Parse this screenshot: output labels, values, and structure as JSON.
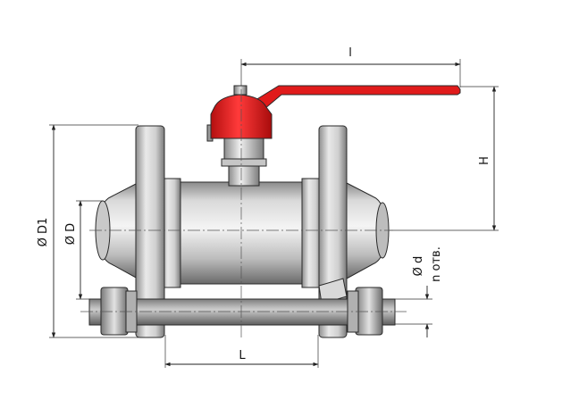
{
  "labels": {
    "l": "l",
    "H": "H",
    "L": "L",
    "D1": "Ø D1",
    "D": "Ø D",
    "d": "Ø d",
    "n_holes": "n отв."
  },
  "colors": {
    "handle_red": "#e01b1b",
    "metal_light": "#e8e8e8",
    "metal_mid": "#b9b9b9",
    "metal_dark": "#6f6f6f",
    "line": "#222222"
  }
}
